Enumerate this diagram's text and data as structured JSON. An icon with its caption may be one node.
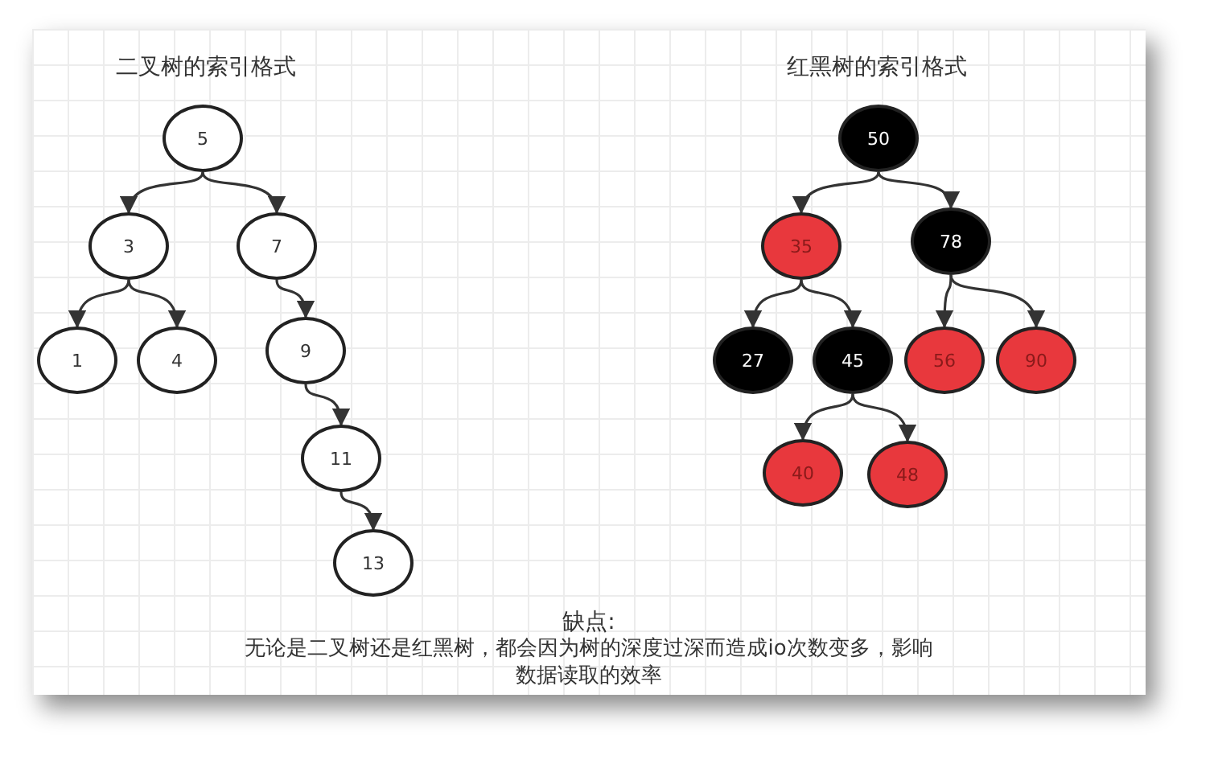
{
  "diagram": {
    "nodes": [
      {
        "text": [
          "5"
        ]
      },
      {
        "text": [
          "3"
        ]
      },
      {
        "text": [
          "7"
        ]
      },
      {
        "text": [
          "1"
        ]
      },
      {
        "text": [
          "4"
        ]
      },
      {
        "text": [
          "9"
        ]
      },
      {
        "text": [
          "11"
        ]
      },
      {
        "text": [
          "13"
        ]
      },
      {
        "text": [
          "50"
        ]
      },
      {
        "text": [
          "35"
        ]
      },
      {
        "text": [
          "78"
        ]
      },
      {
        "text": [
          "27"
        ]
      },
      {
        "text": [
          "45"
        ]
      },
      {
        "text": [
          "56"
        ]
      },
      {
        "text": [
          "90"
        ]
      },
      {
        "text": [
          "40"
        ]
      },
      {
        "text": [
          "48"
        ]
      }
    ],
    "edges": [
      {
        "from": 0,
        "to": 1,
        "arrow": "to"
      },
      {
        "from": 0,
        "to": 2,
        "arrow": "to"
      },
      {
        "from": 1,
        "to": 3,
        "arrow": "to"
      },
      {
        "from": 1,
        "to": 4,
        "arrow": "to"
      },
      {
        "from": 2,
        "to": 5,
        "arrow": "to"
      },
      {
        "from": 5,
        "to": 6,
        "arrow": "to"
      },
      {
        "from": 6,
        "to": 7,
        "arrow": "to"
      },
      {
        "from": 8,
        "to": 9,
        "arrow": "to"
      },
      {
        "from": 8,
        "to": 10,
        "arrow": "to"
      },
      {
        "from": 9,
        "to": 11,
        "arrow": "to"
      },
      {
        "from": 9,
        "to": 12,
        "arrow": "to"
      },
      {
        "from": 10,
        "to": 13,
        "arrow": "to"
      },
      {
        "from": 10,
        "to": 14,
        "arrow": "to"
      },
      {
        "from": 12,
        "to": 15,
        "arrow": "to"
      },
      {
        "from": 12,
        "to": 16,
        "arrow": "to"
      }
    ],
    "labels": [
      "二叉树的索引格式",
      "红黑树的索引格式",
      "缺点:",
      "无论是二叉树还是红黑树，都会因为树的深度过深而造成io次数变多，影响数据读取的效率"
    ]
  }
}
